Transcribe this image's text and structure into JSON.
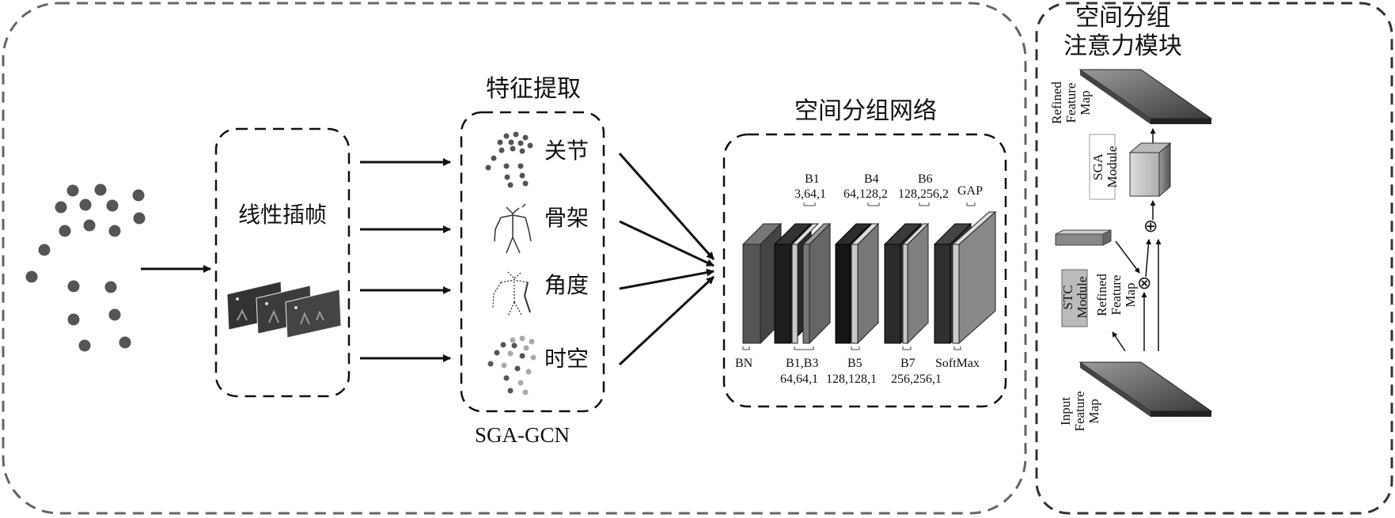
{
  "left_panel": {
    "interp_label": "线性插帧",
    "features_title": "特征提取",
    "features": [
      "关节",
      "骨架",
      "角度",
      "时空"
    ],
    "network_label": "SGA-GCN"
  },
  "network": {
    "title": "空间分组网络",
    "top_labels": [
      {
        "name": "B1",
        "params": "3,64,1"
      },
      {
        "name": "B4",
        "params": "64,128,2"
      },
      {
        "name": "B6",
        "params": "128,256,2"
      },
      {
        "name": "GAP",
        "params": ""
      }
    ],
    "bottom_labels": [
      {
        "name": "BN",
        "params": ""
      },
      {
        "name": "B1,B3",
        "params": "64,64,1"
      },
      {
        "name": "B5",
        "params": "128,128,1"
      },
      {
        "name": "B7",
        "params": "256,256,1"
      },
      {
        "name": "SoftMax",
        "params": ""
      }
    ]
  },
  "module": {
    "title_line1": "空间分组",
    "title_line2": "注意力模块",
    "refined_top": [
      "Refined",
      "Feature",
      "Map"
    ],
    "sga": [
      "SGA",
      "Module"
    ],
    "stc": [
      "STC",
      "Module"
    ],
    "refined_mid": [
      "Refined",
      "Feature",
      "Map"
    ],
    "input": [
      "Input",
      "Feature",
      "Map"
    ],
    "plus_symbol": "⊕",
    "times_symbol": "⊗"
  }
}
